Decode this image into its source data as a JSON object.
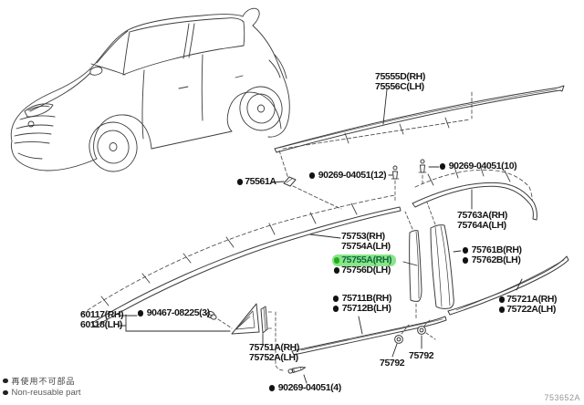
{
  "colors": {
    "highlight_bg": "#8ae48a",
    "highlight_text": "#0a6a3a",
    "highlight_bullet": "#1fae1f",
    "line": "#3c3c3c",
    "label": "#151515"
  },
  "legend": {
    "jp": "再使用不可部品",
    "en": "Non-reusable part"
  },
  "footer": {
    "diagram_code": "753652A"
  },
  "parts": {
    "roof_moulding": {
      "rh": "75555D(RH)",
      "lh": "75556C(LH)"
    },
    "clip_75561": {
      "label": "75561A"
    },
    "fastener_12": {
      "label": "90269-04051(12)"
    },
    "fastener_10": {
      "label": "90269-04051(10)"
    },
    "quarter_moulding": {
      "rh": "75763A(RH)",
      "lh": "75764A(LH)"
    },
    "front_door_moulding": {
      "rh": "75753(RH)",
      "lh": "75754A(LH)"
    },
    "front_door_tape": {
      "rh": "75755A(RH)",
      "lh": "75756D(LH)"
    },
    "rear_door_tape": {
      "rh": "75761B(RH)",
      "lh": "75762B(LH)"
    },
    "front_door_lower": {
      "rh": "75711B(RH)",
      "lh": "75712B(LH)"
    },
    "rear_door_lower": {
      "rh": "75721A(RH)",
      "lh": "75722A(LH)"
    },
    "pillar_garnish": {
      "rh": "60117(RH)",
      "lh": "60118(LH)"
    },
    "screw_3": {
      "label": "90467-08225(3)"
    },
    "windshield_tape": {
      "rh": "75751A(RH)",
      "lh": "75752A(LH)"
    },
    "fastener_4": {
      "label": "90269-04051(4)"
    },
    "grommet_front": {
      "label": "75792"
    },
    "grommet_rear": {
      "label": "75792"
    }
  }
}
